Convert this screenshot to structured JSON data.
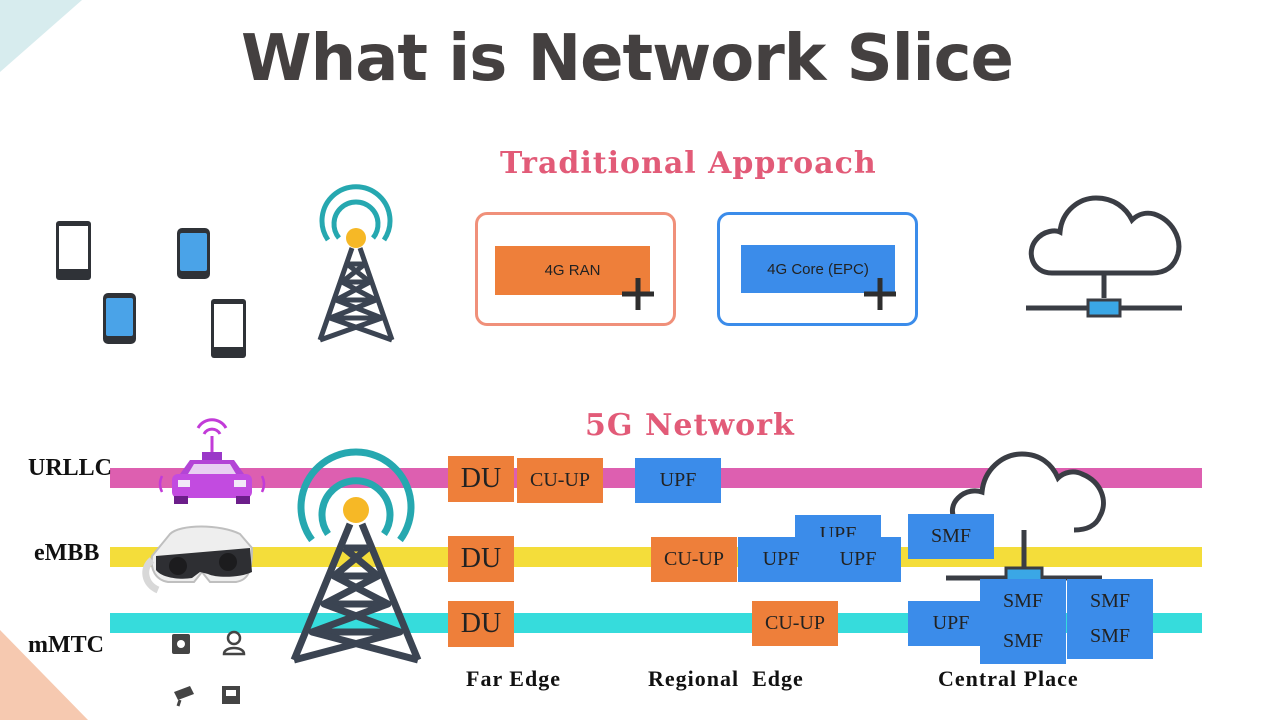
{
  "title": "What is Network Slice",
  "traditional": {
    "heading": "Traditional Approach",
    "ran_label": "4G RAN",
    "core_label": "4G Core (EPC)"
  },
  "network5g": {
    "heading": "5G Network",
    "rows": [
      {
        "label": "URLLC",
        "color": "#dd5fb0"
      },
      {
        "label": "eMBB",
        "color": "#f4dd3a"
      },
      {
        "label": "mMTC",
        "color": "#36dcdc"
      }
    ],
    "du_label": "DU",
    "cuup_label": "CU-UP",
    "upf_label": "UPF",
    "smf_label": "SMF",
    "locations": [
      "Far Edge",
      "Regional  Edge",
      "Central Place"
    ]
  },
  "colors": {
    "orange": "#ee7f3a",
    "blue": "#3b8cea",
    "title": "#444040",
    "heading": "#e25b78"
  },
  "icons": [
    "smartphone-icon",
    "cell-tower-icon",
    "cloud-server-icon",
    "connected-car-icon",
    "vr-headset-icon",
    "iot-devices-icon"
  ]
}
